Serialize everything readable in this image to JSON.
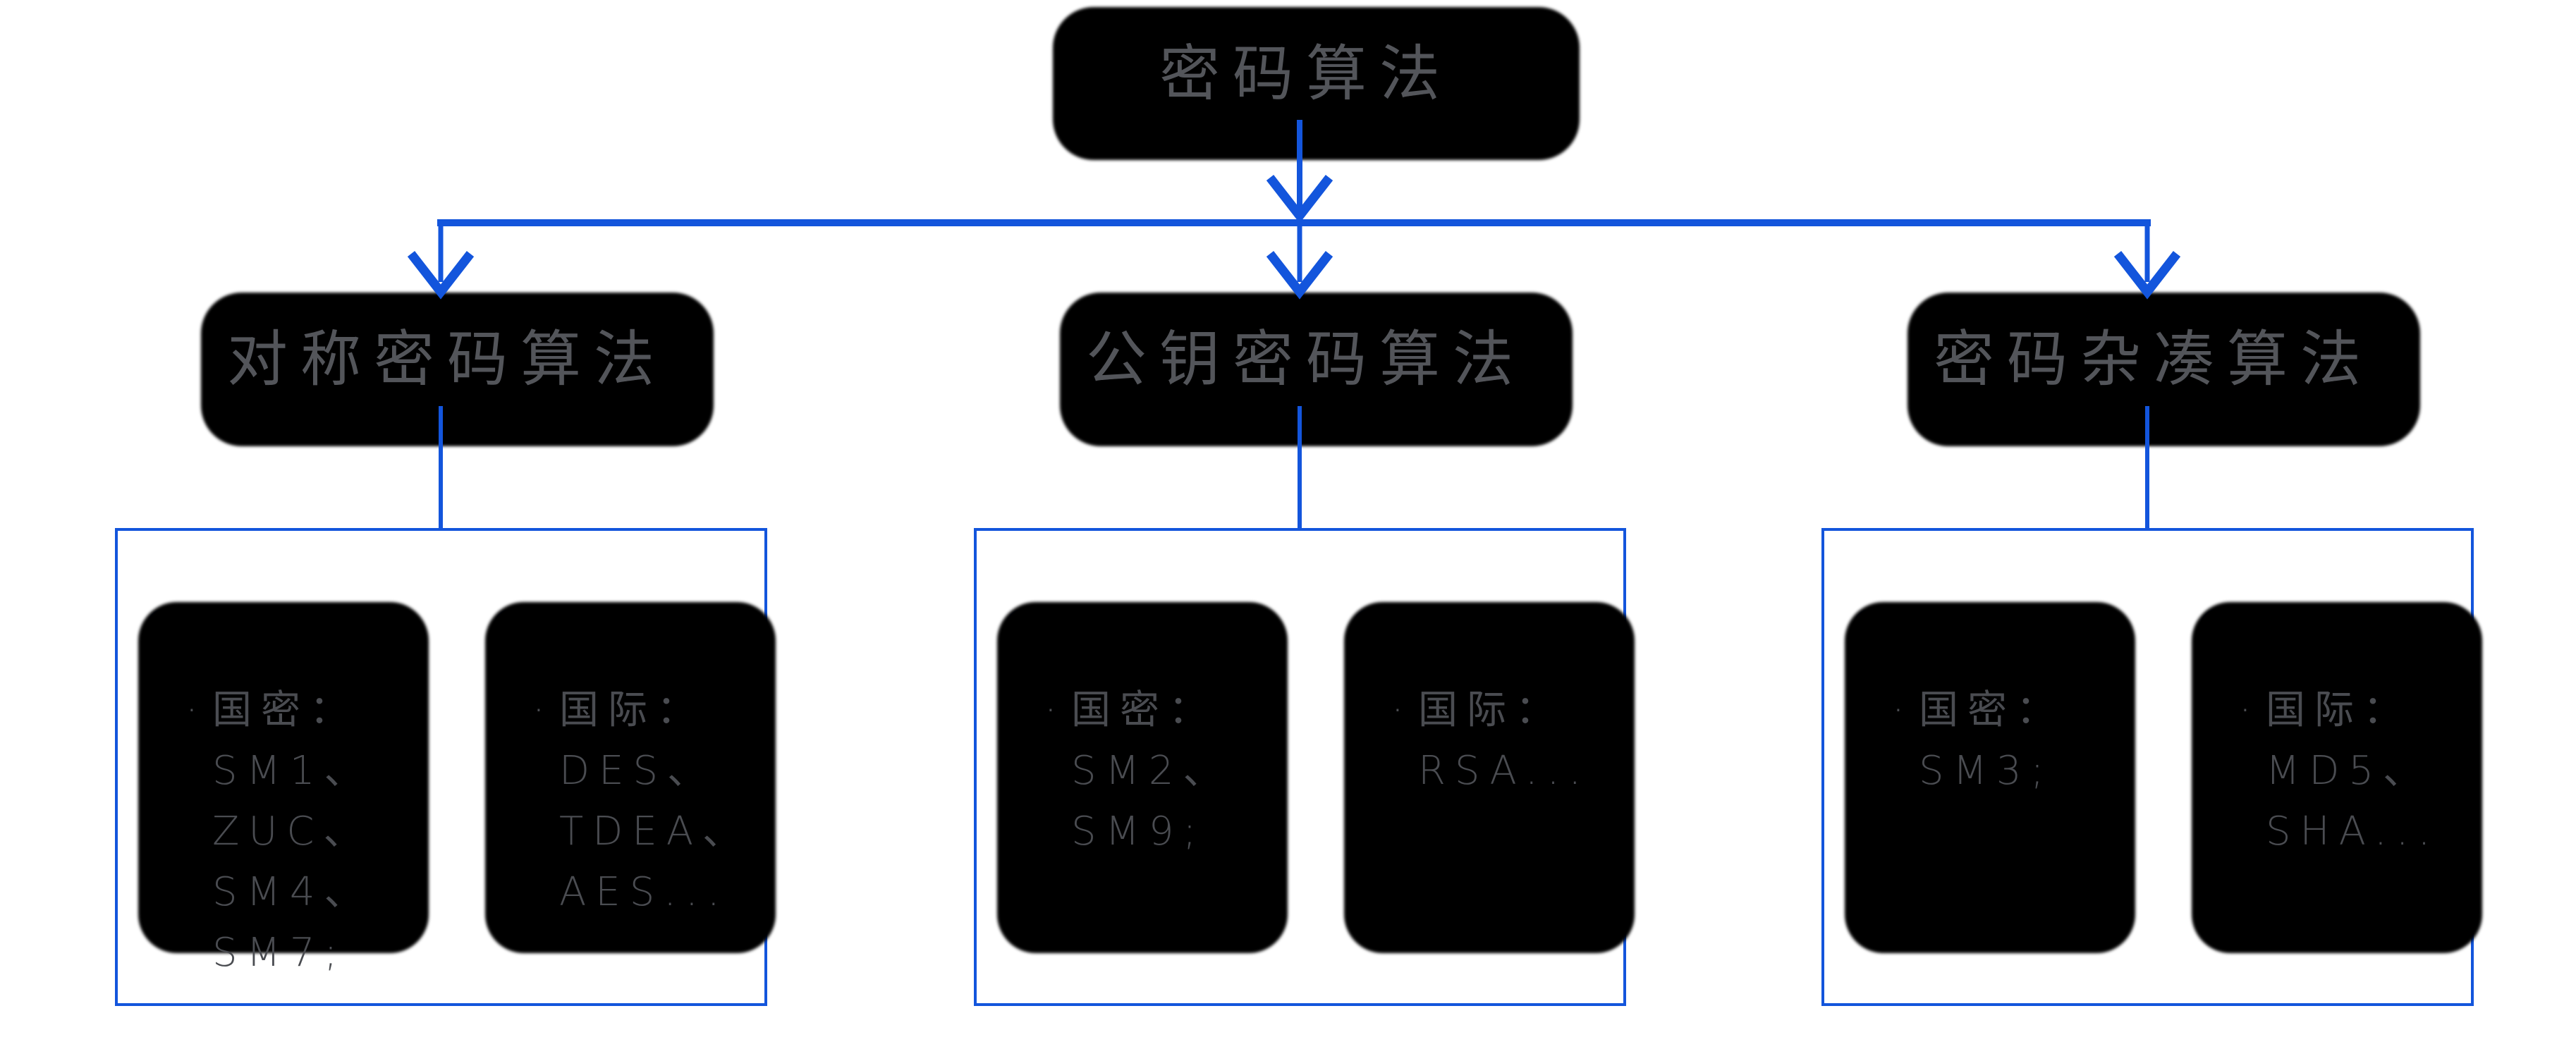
{
  "page": {
    "background": "#ffffff"
  },
  "palette": {
    "connector_blue": "#1355dc",
    "group_border_blue": "#1355dc",
    "corner_gradient_blue": "#3b6fe4",
    "box_fill": "#d9dbe5",
    "shadow_color": "#000000",
    "title_text": "#53555a",
    "card_text": "#4a4c51"
  },
  "root_node": {
    "title": "密码算法"
  },
  "branches": [
    {
      "title": "对称密码算法",
      "cards": [
        {
          "bullet": "·",
          "label": "国密：",
          "items": [
            "SM1、",
            "ZUC、",
            "SM4、",
            "SM7;"
          ]
        },
        {
          "bullet": "·",
          "label": "国际：",
          "items": [
            "DES、",
            "TDEA、",
            "AES..."
          ]
        }
      ]
    },
    {
      "title": "公钥密码算法",
      "cards": [
        {
          "bullet": "·",
          "label": "国密：",
          "items": [
            "SM2、",
            "SM9;"
          ]
        },
        {
          "bullet": "·",
          "label": "国际：",
          "items": [
            "RSA..."
          ]
        }
      ]
    },
    {
      "title": "密码杂凑算法",
      "cards": [
        {
          "bullet": "·",
          "label": "国密：",
          "items": [
            "SM3;"
          ]
        },
        {
          "bullet": "·",
          "label": "国际：",
          "items": [
            "MD5、",
            "SHA..."
          ]
        }
      ]
    }
  ]
}
